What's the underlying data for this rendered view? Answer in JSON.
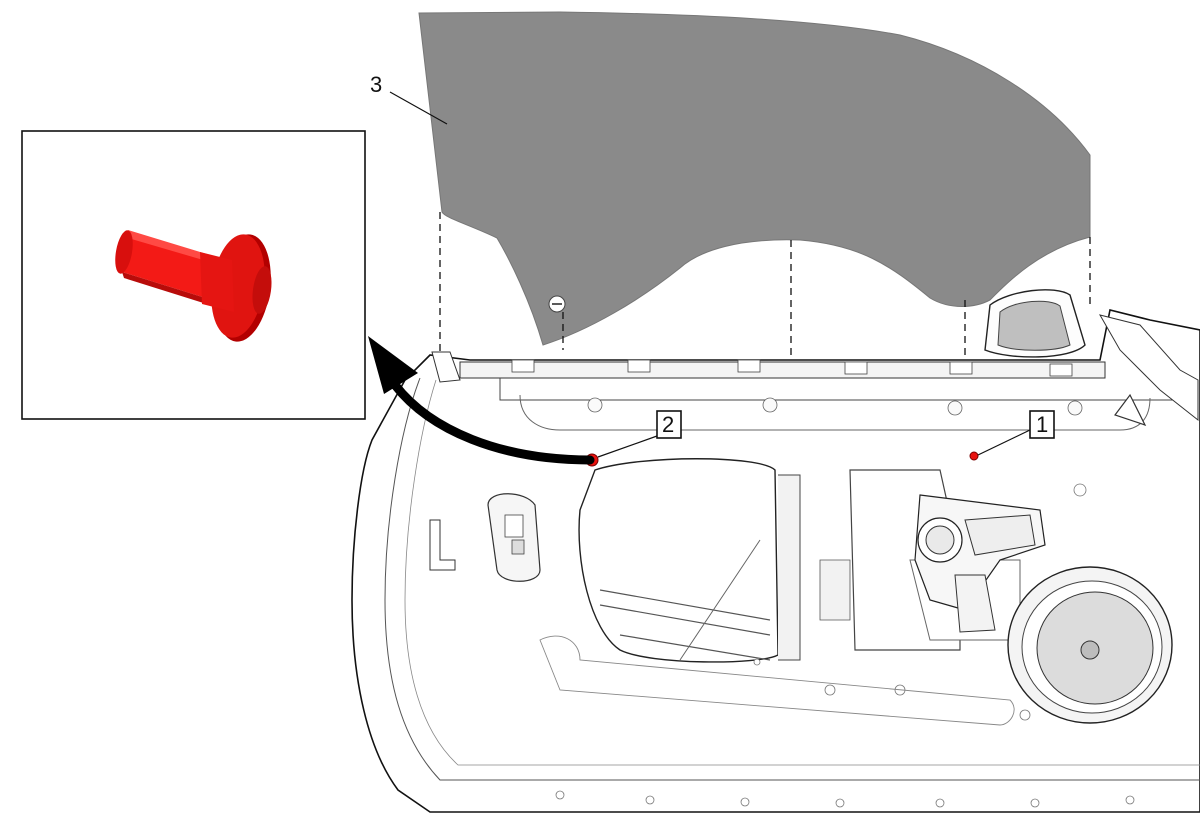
{
  "callouts": {
    "one": "1",
    "two": "2",
    "three": "3"
  },
  "colors": {
    "glass": "#8a8a8a",
    "highlight_part": "#e8120f",
    "line_art": "#111111",
    "panel": "#ffffff"
  },
  "icons": [
    "window-glass",
    "door-inner-panel",
    "fastener-bolt",
    "speaker",
    "window-regulator-motor",
    "arrow"
  ]
}
